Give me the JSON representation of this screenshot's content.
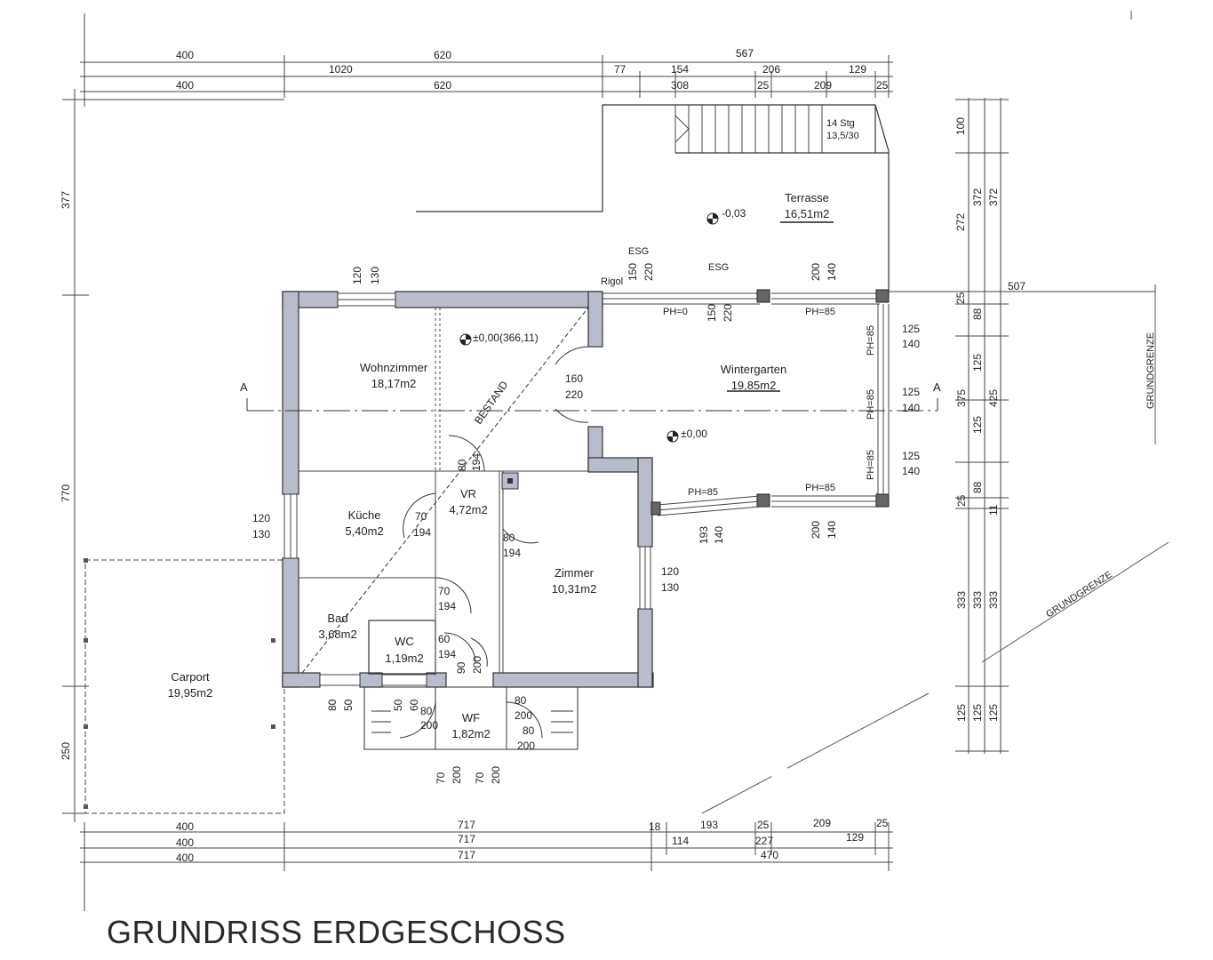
{
  "title": "GRUNDRISS ERDGESCHOSS",
  "rooms": {
    "wohnzimmer": {
      "name": "Wohnzimmer",
      "area": "18,17m2"
    },
    "kueche": {
      "name": "Küche",
      "area": "5,40m2"
    },
    "bad": {
      "name": "Bad",
      "area": "3,68m2"
    },
    "wc": {
      "name": "WC",
      "area": "1,19m2"
    },
    "vr": {
      "name": "VR",
      "area": "4,72m2"
    },
    "zimmer": {
      "name": "Zimmer",
      "area": "10,31m2"
    },
    "wf": {
      "name": "WF",
      "area": "1,82m2"
    },
    "wintergarten": {
      "name": "Wintergarten",
      "area": "19,85m2"
    },
    "terrasse": {
      "name": "Terrasse",
      "area": "16,51m2"
    },
    "carport": {
      "name": "Carport",
      "area": "19,95m2"
    }
  },
  "labels": {
    "bestand": "BESTAND",
    "grundgrenze": "GRUNDGRENZE",
    "stairs": "14 Stg",
    "stairs_ratio": "13,5/30",
    "rigol": "Rigol",
    "esg": "ESG",
    "section_a": "A",
    "level_main": "±0,00(366,11)",
    "level_terrace": "-0,03",
    "level_wg": "±0,00",
    "ph0": "PH=0",
    "ph85": "PH=85"
  },
  "dimensions": {
    "top_row1": [
      "400",
      "620",
      "567"
    ],
    "top_row2": [
      "1020",
      "77",
      "154",
      "206",
      "129"
    ],
    "top_row3": [
      "400",
      "620",
      "308",
      "25",
      "209",
      "25"
    ],
    "left": [
      "377",
      "770",
      "250"
    ],
    "right_a": [
      "100",
      "272",
      "25",
      "88",
      "125",
      "125",
      "25",
      "333",
      "125"
    ],
    "right_b": [
      "372",
      "375",
      "88",
      "333",
      "125"
    ],
    "right_c": [
      "372",
      "425",
      "11",
      "333",
      "125"
    ],
    "right_507": "507",
    "bottom_row1": [
      "400",
      "717",
      "18",
      "193",
      "25",
      "209",
      "25"
    ],
    "bottom_row2": [
      "400",
      "717",
      "114",
      "227",
      "129"
    ],
    "bottom_row3": [
      "400",
      "717",
      "470"
    ],
    "openings": {
      "w_top": [
        "120",
        "130"
      ],
      "w_left": [
        "120",
        "130"
      ],
      "w_zimmer": [
        "120",
        "130"
      ],
      "door_wz": [
        "160",
        "220"
      ],
      "door_vr": [
        "80",
        "194"
      ],
      "door_kue": [
        "70",
        "194"
      ],
      "door_zim": [
        "80",
        "194"
      ],
      "door_bad": [
        "70",
        "194"
      ],
      "door_wc": [
        "60",
        "194"
      ],
      "door_wf1": [
        "90",
        "200"
      ],
      "door_wf2": [
        "80",
        "200"
      ],
      "door_wf3": [
        "80",
        "200"
      ],
      "door_wf4": [
        "80",
        "200"
      ],
      "bath_win": [
        "80",
        "50"
      ],
      "wc_win": [
        "50",
        "60"
      ],
      "esg1": [
        "150",
        "220"
      ],
      "esg2": [
        "150",
        "220"
      ],
      "wg_top": [
        "200",
        "140"
      ],
      "wg_bottom": [
        "200",
        "140"
      ],
      "wg_side": [
        "193",
        "140"
      ],
      "wg_right1": [
        "125",
        "140"
      ],
      "wg_right2": [
        "125",
        "140"
      ],
      "wg_right3": [
        "125",
        "140"
      ],
      "bottom_doors": [
        "70",
        "200",
        "70",
        "200"
      ]
    }
  }
}
